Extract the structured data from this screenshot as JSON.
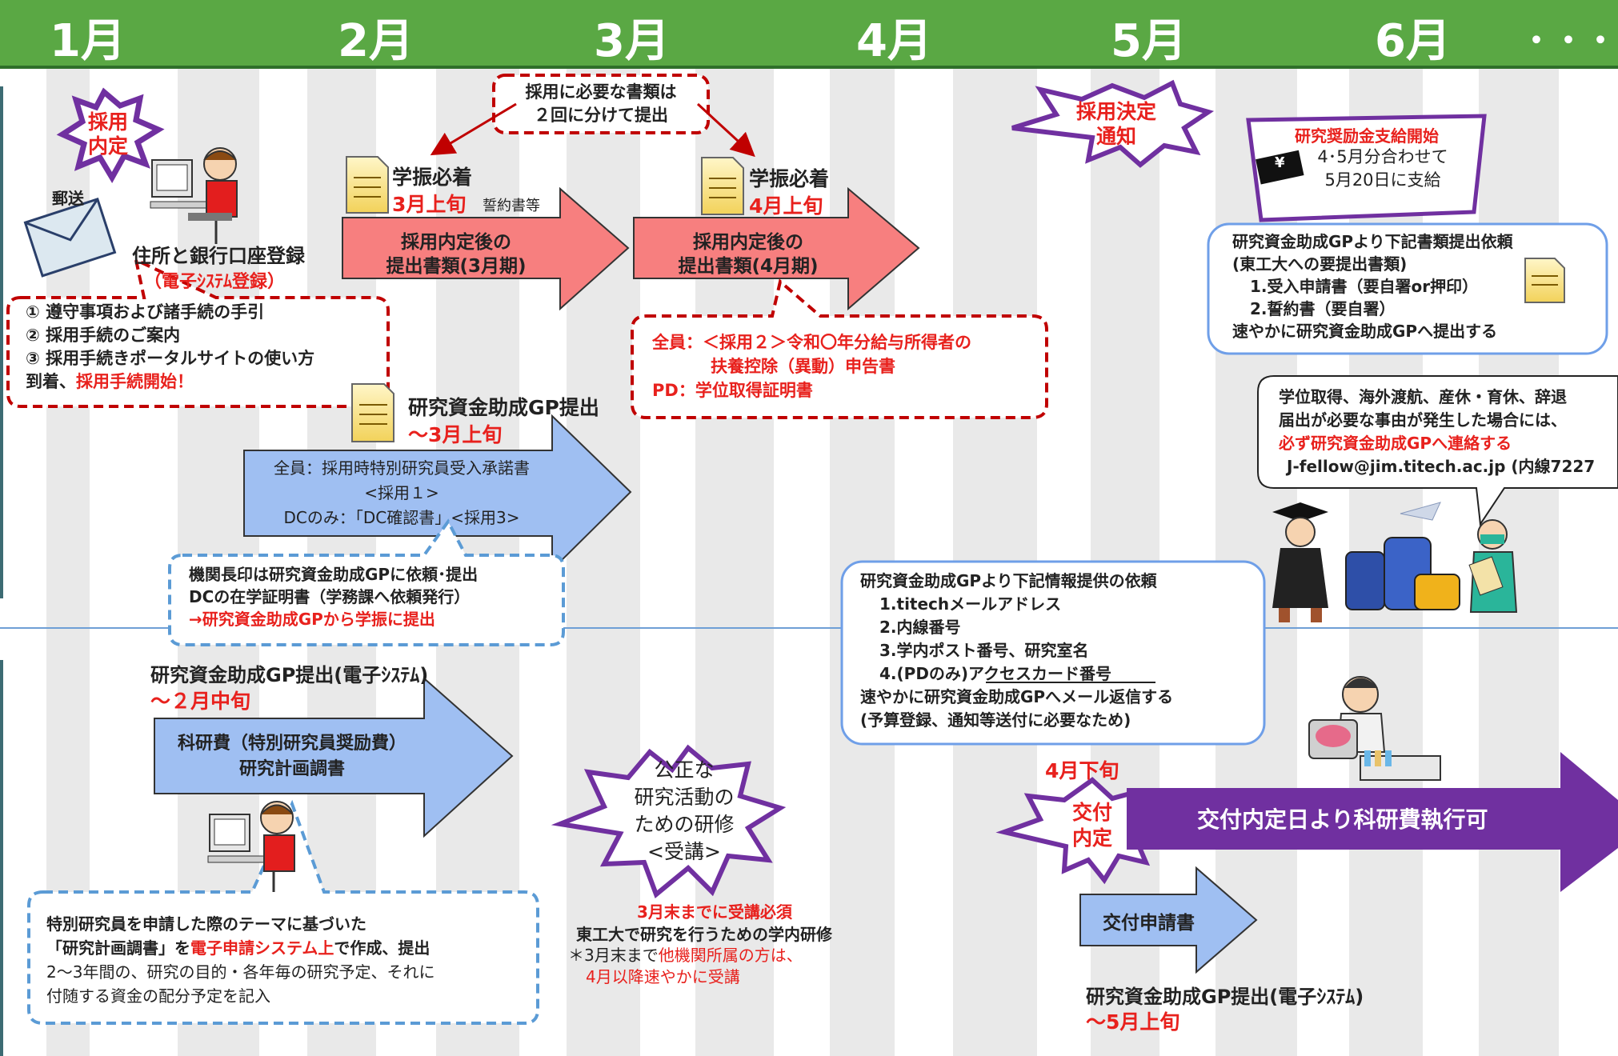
{
  "header": {
    "months": [
      "1月",
      "2月",
      "3月",
      "4月",
      "5月",
      "6月",
      "・・・"
    ]
  },
  "bursts": {
    "saiyo_naitei": [
      "採用",
      "内定"
    ],
    "saiyo_kettei": [
      "採用決定",
      "通知"
    ],
    "kensyu": [
      "公正な",
      "研究活動の",
      "ための研修",
      "<受講>"
    ],
    "kofu_naitei": [
      "交付",
      "内定"
    ]
  },
  "mailing": {
    "label": "郵送",
    "register_title": "住所と銀行口座登録",
    "register_sub": "（電子ｼｽﾃﾑ登録）",
    "items": [
      "① 遵守事項および諸手続の手引",
      "② 採用手続のご案内",
      "③ 採用手続きポータルサイトの使い方"
    ],
    "arrival_prefix": "到着、",
    "arrival_red": "採用手続開始！"
  },
  "callouts": {
    "docs_two_times": [
      "採用に必要な書類は",
      "２回に分けて提出"
    ],
    "gakushin_march_title": "学振必着",
    "gakushin_march_date": "3月上旬",
    "gakushin_march_note": "誓約書等",
    "gakushin_april_title": "学振必着",
    "gakushin_april_date": "4月上旬",
    "all_members_label": "全員：＜採用２＞令和〇年分給与所得者の",
    "all_members_label2": "扶養控除（異動）申告書",
    "pd_label": "PD：学位取得証明書"
  },
  "arrows": {
    "march_docs": [
      "採用内定後の",
      "提出書類(3月期)"
    ],
    "april_docs": [
      "採用内定後の",
      "提出書類(4月期)"
    ],
    "gp_submit_title": "研究資金助成GP提出",
    "gp_submit_date": "～3月上旬",
    "gp_submit_lines": [
      "全員：採用時特別研究員受入承諾書",
      "<採用１>",
      "DCのみ：「DC確認書」<採用3>"
    ],
    "kaken_title": "研究資金助成GP提出(電子ｼｽﾃﾑ)",
    "kaken_date": "～２月中旬",
    "kaken_lines": [
      "科研費（特別研究員奨励費）",
      "研究計画調書"
    ],
    "kofu_date": "4月下旬",
    "kofu_execute": "交付内定日より科研費執行可",
    "kofu_shinsei": "交付申請書",
    "kofu_submit_title": "研究資金助成GP提出(電子ｼｽﾃﾑ)",
    "kofu_submit_date": "～5月上旬"
  },
  "notes": {
    "seal": [
      "機関長印は研究資金助成GPに依頼･提出",
      "DCの在学証明書（学務課へ依頼発行）"
    ],
    "seal_red": "→研究資金助成GPから学振に提出",
    "plan_line1": "特別研究員を申請した際のテーマに基づいた",
    "plan_line2_a": "「研究計画調書」を",
    "plan_line2_red": "電子申請システム上",
    "plan_line2_b": "で作成、提出",
    "plan_line3": "2～3年間の、研究の目的・各年毎の研究予定、それに",
    "plan_line4": "付随する資金の配分予定を記入",
    "training_red": "3月末までに受講必須",
    "training_line": "東工大で研究を行うための学内研修",
    "training_note_a": "＊3月末まで",
    "training_note_red": "他機関所属の方は、",
    "training_note_red2": "4月以降速やかに受講",
    "info_req_title": "研究資金助成GPより下記情報提供の依頼",
    "info_req_items": [
      "1.titechメールアドレス",
      "2.内線番号",
      "3.学内ポスト番号、研究室名",
      "4.(PDのみ)アクセスカード番号"
    ],
    "info_req_footer": [
      "速やかに研究資金助成GPへメール返信する",
      "(予算登録、通知等送付に必要なため)"
    ],
    "stipend_title": "研究奨励金支給開始",
    "stipend_lines": [
      "4･5月分合わせて",
      "5月20日に支給"
    ],
    "stipend_yen": "¥",
    "docs_req_title": "研究資金助成GPより下記書類提出依頼",
    "docs_req_lines": [
      "(東工大への要提出書類)",
      "1.受入申請書（要自署or押印）",
      "2.誓約書（要自署）",
      "速やかに研究資金助成GPへ提出する"
    ],
    "event_lines": [
      "学位取得、海外渡航、産休・育休、辞退",
      "届出が必要な事由が発生した場合には、"
    ],
    "event_red": "必ず研究資金助成GPへ連絡する",
    "event_contact": "J-fellow@jim.titech.ac.jp (内線7227"
  },
  "colors": {
    "header_green": "#5aa844",
    "red_arrow": "#f77f7f",
    "blue_arrow": "#9fbff2",
    "purple": "#7030a0",
    "stripe": "#e9e9e9",
    "red_text": "#e8211d"
  }
}
